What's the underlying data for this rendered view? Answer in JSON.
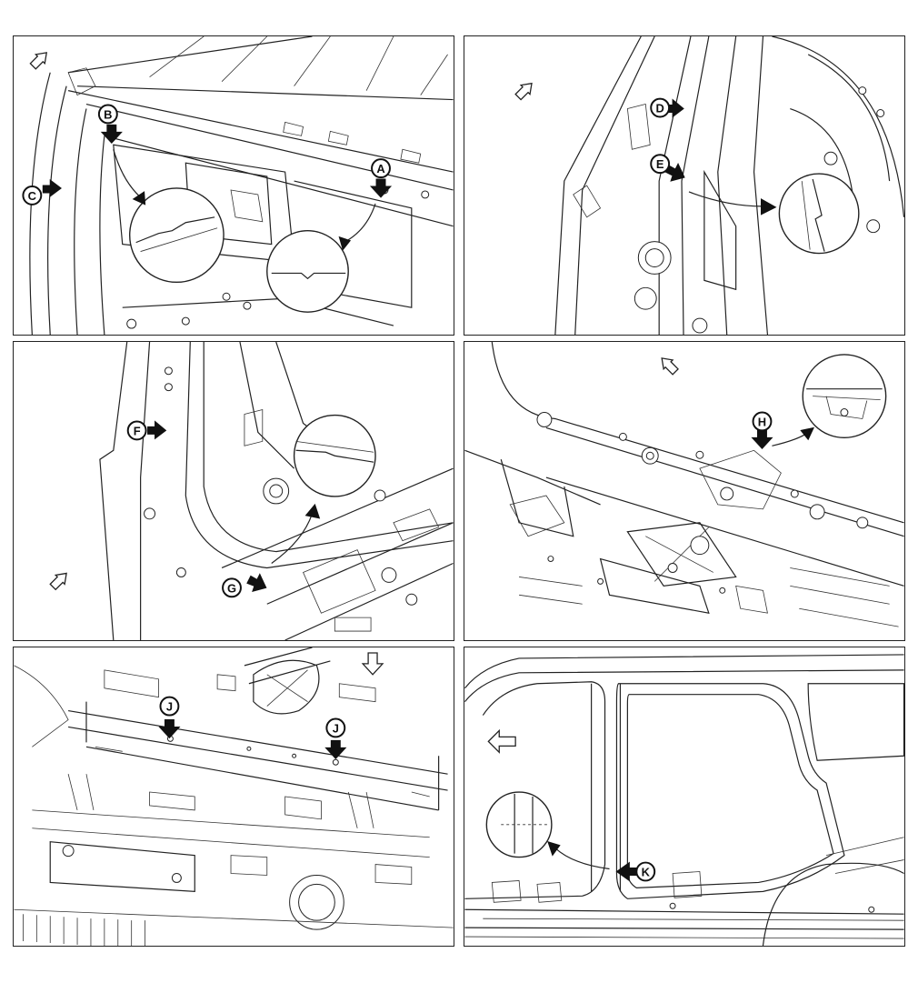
{
  "panels": [
    {
      "id": "p1",
      "labels": [
        "A",
        "B",
        "C"
      ]
    },
    {
      "id": "p2",
      "labels": [
        "D",
        "E"
      ]
    },
    {
      "id": "p3",
      "labels": [
        "F",
        "G"
      ]
    },
    {
      "id": "p4",
      "labels": [
        "H"
      ]
    },
    {
      "id": "p5",
      "labels": [
        "J",
        "J"
      ]
    },
    {
      "id": "p6",
      "labels": [
        "K"
      ]
    }
  ],
  "icons": [
    "direction-arrow-icon",
    "callout-arrow-icon",
    "magnifier-circle-icon"
  ],
  "colors": {
    "line": "#222222",
    "background": "#ffffff"
  }
}
